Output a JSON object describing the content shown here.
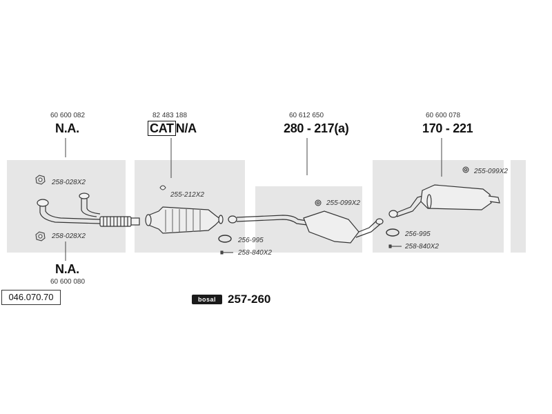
{
  "diagram_code": "046.070.70",
  "brand": {
    "logo_text": "bosal",
    "catalog_number": "257-260"
  },
  "parts": {
    "front_upper": {
      "part_no": "60 600 082",
      "label": "N.A."
    },
    "front_lower": {
      "part_no": "60 600 080",
      "label": "N.A."
    },
    "catalyst": {
      "part_no": "82 483 188",
      "cat_label": "CAT",
      "label": "N/A"
    },
    "middle_silencer": {
      "part_no": "60 612 650",
      "label": "280 - 217(a)"
    },
    "rear_silencer": {
      "part_no": "60 600 078",
      "label": "170 - 221"
    }
  },
  "refs": {
    "nut_top": "258-028X2",
    "nut_bottom": "258-028X2",
    "cat_spring": "255-212X2",
    "ring_mid": "256-995",
    "bolt_mid": "258-840X2",
    "rubber_mid": "255-099X2",
    "rubber_rear": "255-099X2",
    "ring_rear": "256-995",
    "bolt_rear": "258-840X2"
  }
}
